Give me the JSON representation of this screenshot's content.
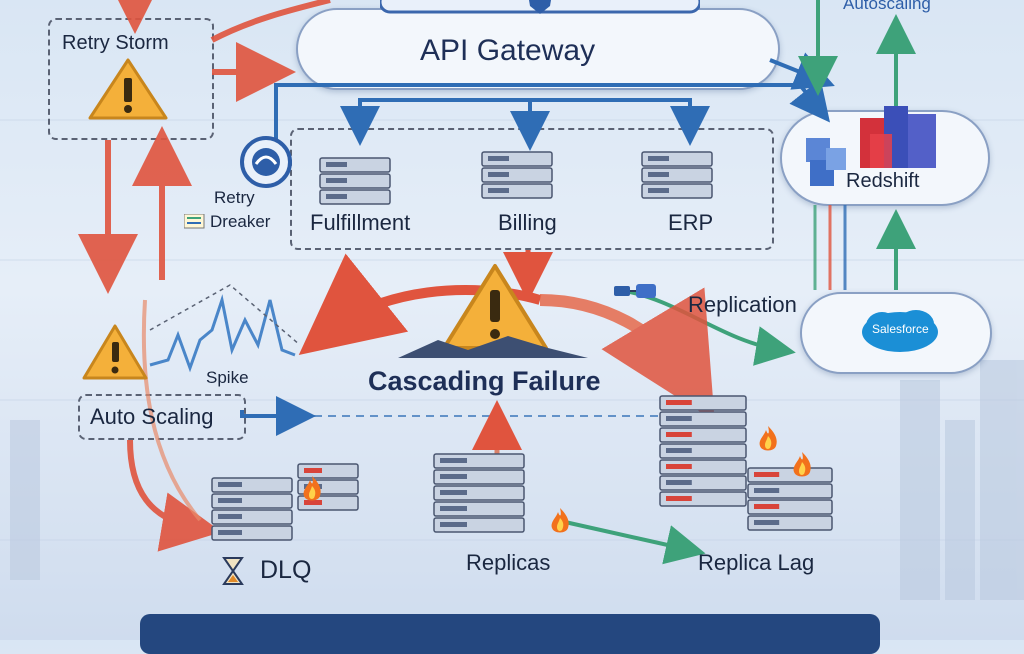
{
  "labels": {
    "autoscaling_top": "Autoscaling",
    "retry_storm": "Retry Storm",
    "api_gateway": "API Gateway",
    "retry_breaker_line1": "Retry",
    "retry_breaker_line2": "Dreaker",
    "fulfillment": "Fulfillment",
    "billing": "Billing",
    "erp": "ERP",
    "redshift": "Redshift",
    "replication": "Replication",
    "salesforce": "Salesforce",
    "spike": "Spike",
    "auto_scaling": "Auto Scaling",
    "cascading_failure": "Cascading Failure",
    "dlq": "DLQ",
    "replicas": "Replicas",
    "replica_lag": "Replica Lag"
  },
  "colors": {
    "red_arrow": "#e0543e",
    "blue_arrow": "#2f6db5",
    "green_arrow": "#3ea27a",
    "warning": "#f4b03a",
    "banner": "#24477f"
  },
  "icons": {
    "warning": "warning-triangle-icon",
    "server": "server-rack-icon",
    "fire": "fire-icon",
    "hourglass": "hourglass-icon",
    "breaker": "circuit-breaker-icon"
  }
}
